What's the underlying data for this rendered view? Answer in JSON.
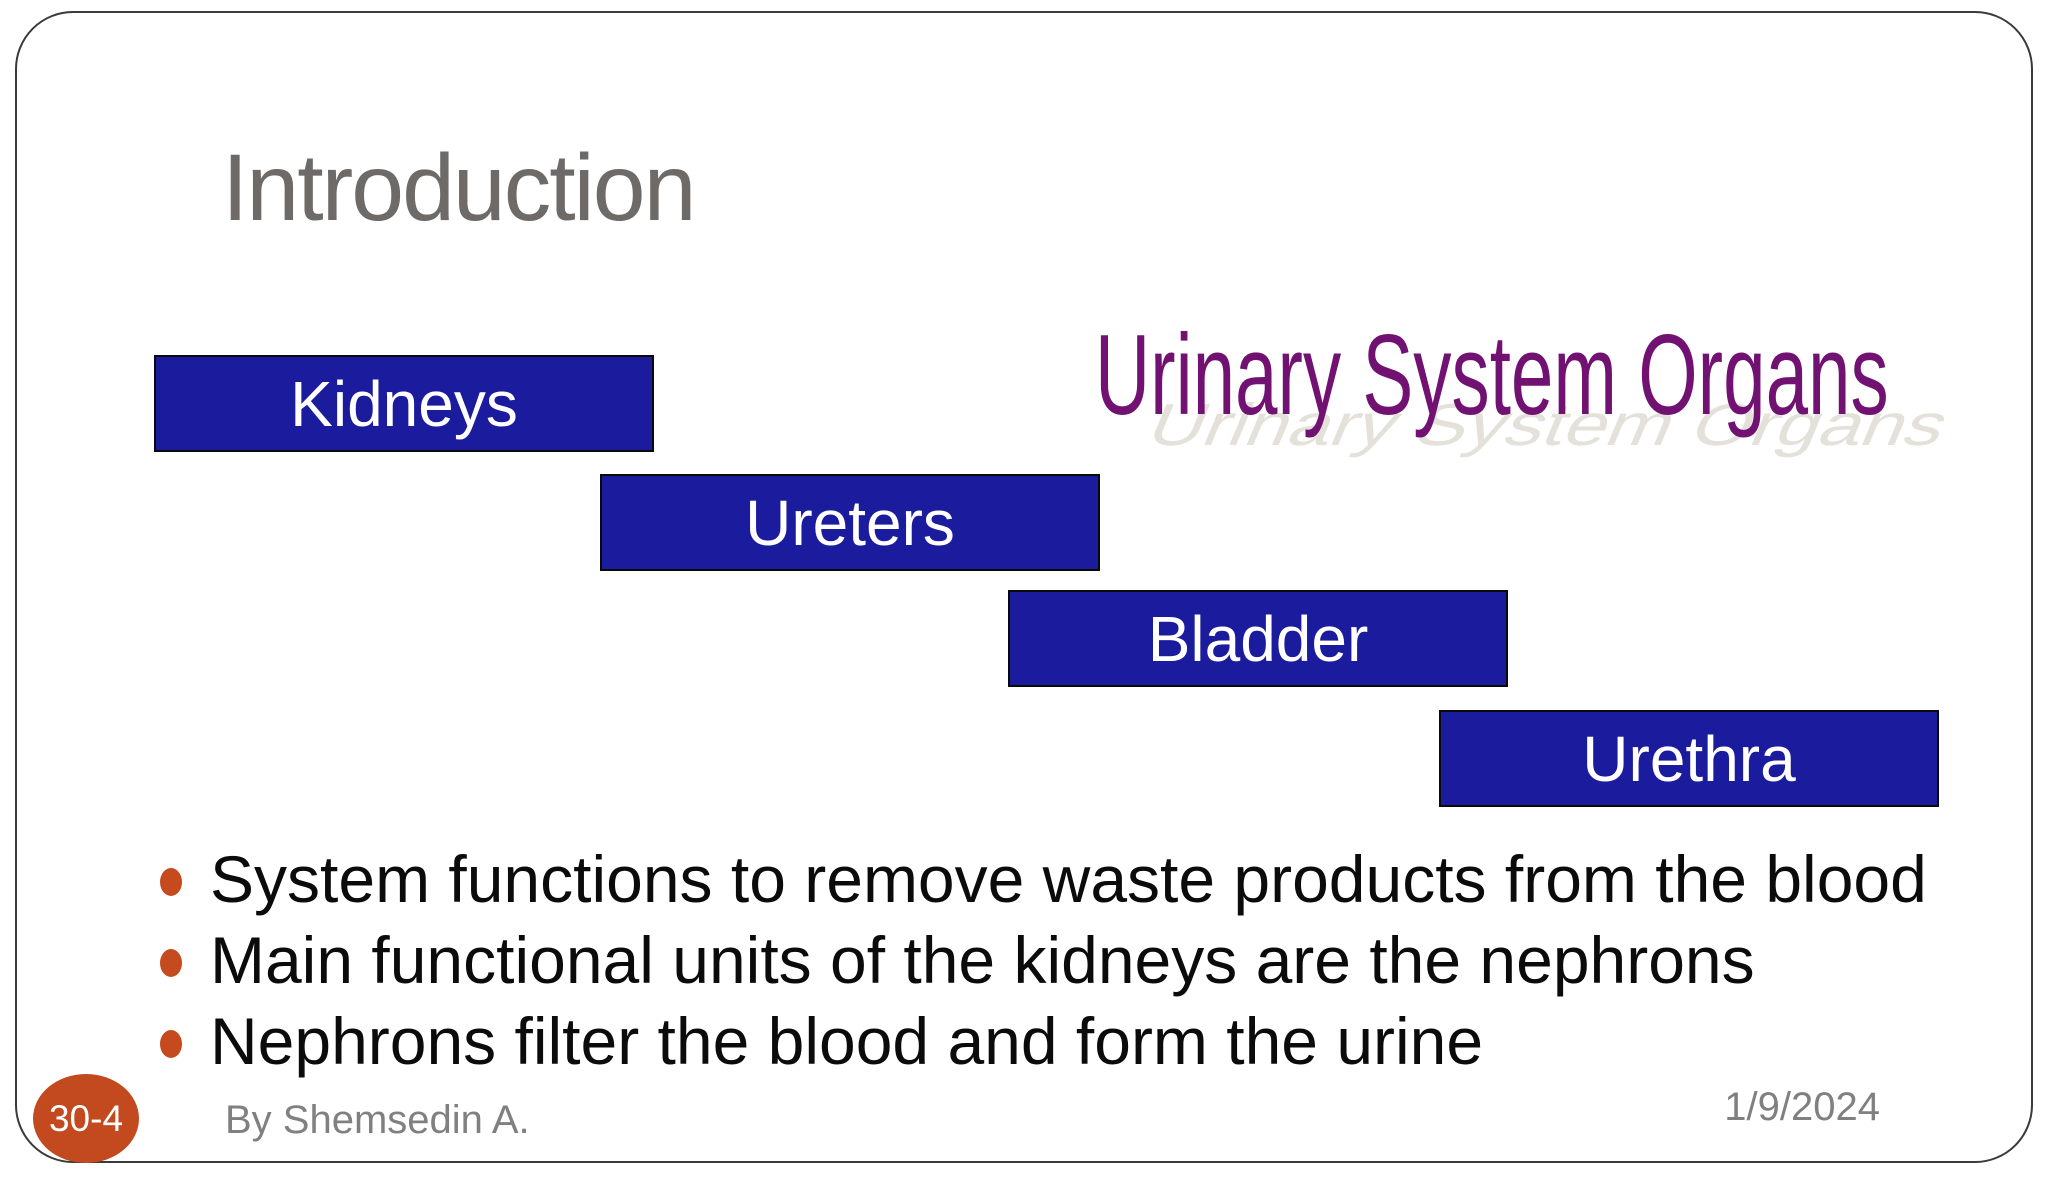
{
  "slide": {
    "title": "Introduction",
    "heading": "Urinary System Organs",
    "organ_boxes": [
      {
        "label": "Kidneys"
      },
      {
        "label": "Ureters"
      },
      {
        "label": "Bladder"
      },
      {
        "label": "Urethra"
      }
    ],
    "bullets": [
      "System functions to remove waste products from the blood",
      "Main functional units of the kidneys are the nephrons",
      "Nephrons filter the blood and form the urine"
    ],
    "footer": {
      "page_number": "30-4",
      "byline": "By Shemsedin A.",
      "date": "1/9/2024"
    },
    "colors": {
      "title_gray": "#6E6A67",
      "heading_purple": "#711272",
      "box_blue": "#1B1B9E",
      "box_shadow_purple": "#9A0FA0",
      "bullet_orange": "#C54A1D",
      "badge_orange": "#C24A1E",
      "footer_gray": "#808080"
    }
  }
}
